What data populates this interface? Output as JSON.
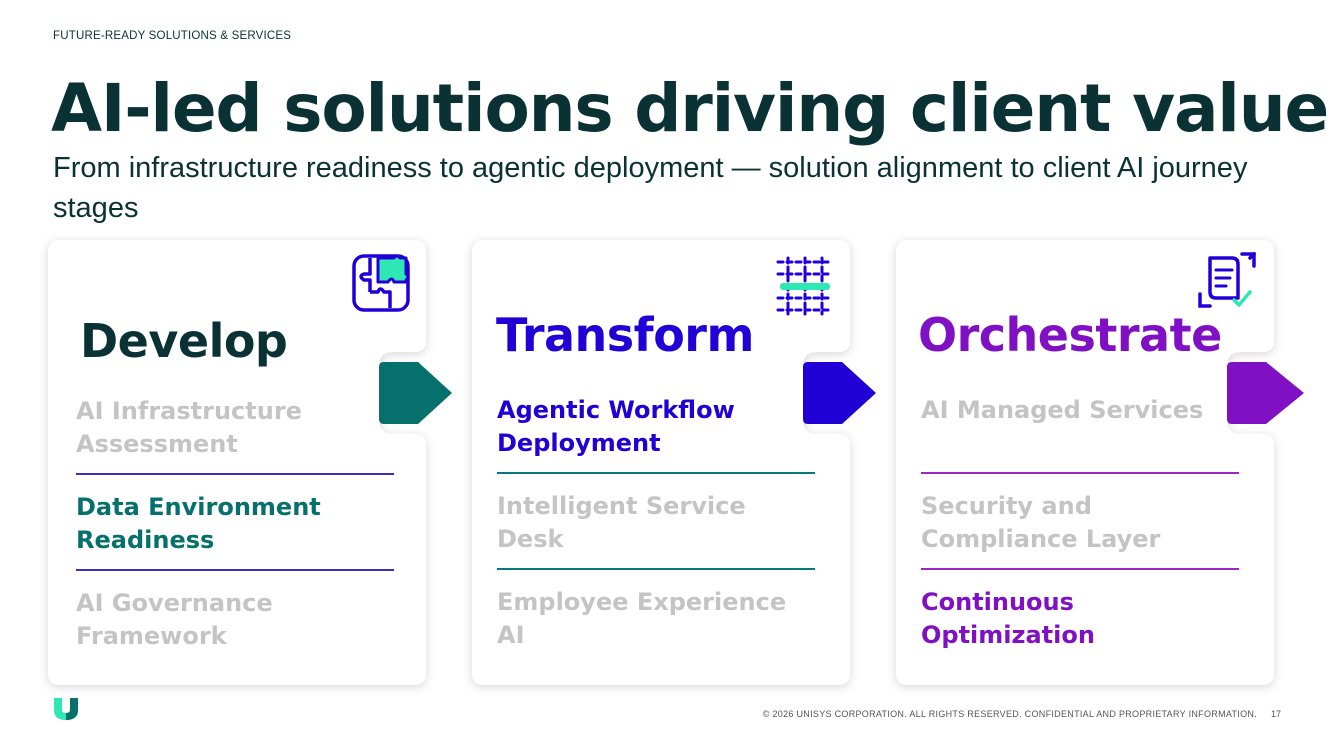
{
  "header": {
    "eyebrow": "FUTURE-READY SOLUTIONS & SERVICES",
    "title": "AI-led solutions driving client value",
    "subtitle": "From infrastructure readiness to agentic deployment — solution alignment to client AI journey stages"
  },
  "stages": [
    {
      "title": "Develop",
      "icon": "puzzle-icon",
      "color": "#05706c",
      "items": [
        "AI Infrastructure Assessment",
        "Data Environment Readiness",
        "AI Governance Framework"
      ],
      "highlighted_index": 1
    },
    {
      "title": "Transform",
      "icon": "grid-transform-icon",
      "color": "#2100d8",
      "items": [
        "Agentic Workflow Deployment",
        "Intelligent Service Desk",
        "Employee Experience AI"
      ],
      "highlighted_index": 0
    },
    {
      "title": "Orchestrate",
      "icon": "document-cycle-icon",
      "color": "#8010c4",
      "items": [
        "AI Managed Services",
        "Security and Compliance Layer",
        "Continuous Optimization"
      ],
      "highlighted_index": 2
    }
  ],
  "colors": {
    "text_dark": "#0a3133",
    "muted": "#c4c4c4",
    "accent_green": "#2ee8b4",
    "divider_indigo": "#3a2fb8",
    "divider_teal": "#0a7a74",
    "divider_purple": "#9b25c9"
  },
  "footer": {
    "copyright": "© 2026 UNISYS CORPORATION. ALL RIGHTS RESERVED. CONFIDENTIAL AND PROPRIETARY INFORMATION.",
    "page_number": "17"
  }
}
